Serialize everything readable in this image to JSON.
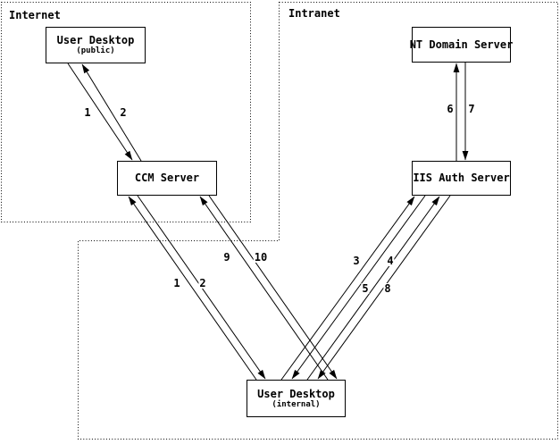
{
  "diagram": {
    "colors": {
      "background": "#ffffff",
      "line": "#000000",
      "text": "#000000"
    },
    "zones": [
      {
        "id": "internet",
        "label": "Internet"
      },
      {
        "id": "intranet",
        "label": "Intranet"
      }
    ],
    "nodes": [
      {
        "id": "user-desktop-public",
        "label": "User Desktop",
        "sublabel": "(public)",
        "zone": "internet"
      },
      {
        "id": "nt-domain-server",
        "label": "NT Domain Server",
        "sublabel": "",
        "zone": "intranet"
      },
      {
        "id": "ccm-server",
        "label": "CCM Server",
        "sublabel": "",
        "zone": "internet"
      },
      {
        "id": "iis-auth-server",
        "label": "IIS Auth Server",
        "sublabel": "",
        "zone": "intranet"
      },
      {
        "id": "user-desktop-internal",
        "label": "User Desktop",
        "sublabel": "(internal)",
        "zone": "intranet"
      }
    ],
    "connections": [
      {
        "label": "1",
        "from": "user-desktop-public",
        "to": "ccm-server"
      },
      {
        "label": "2",
        "from": "ccm-server",
        "to": "user-desktop-public"
      },
      {
        "label": "6",
        "from": "iis-auth-server",
        "to": "nt-domain-server"
      },
      {
        "label": "7",
        "from": "nt-domain-server",
        "to": "iis-auth-server"
      },
      {
        "label": "1",
        "from": "user-desktop-internal",
        "to": "ccm-server"
      },
      {
        "label": "2",
        "from": "ccm-server",
        "to": "user-desktop-internal"
      },
      {
        "label": "9",
        "from": "user-desktop-internal",
        "to": "ccm-server"
      },
      {
        "label": "10",
        "from": "ccm-server",
        "to": "user-desktop-internal"
      },
      {
        "label": "3",
        "from": "user-desktop-internal",
        "to": "iis-auth-server"
      },
      {
        "label": "4",
        "from": "iis-auth-server",
        "to": "user-desktop-internal"
      },
      {
        "label": "5",
        "from": "user-desktop-internal",
        "to": "iis-auth-server"
      },
      {
        "label": "8",
        "from": "iis-auth-server",
        "to": "user-desktop-internal"
      }
    ]
  }
}
